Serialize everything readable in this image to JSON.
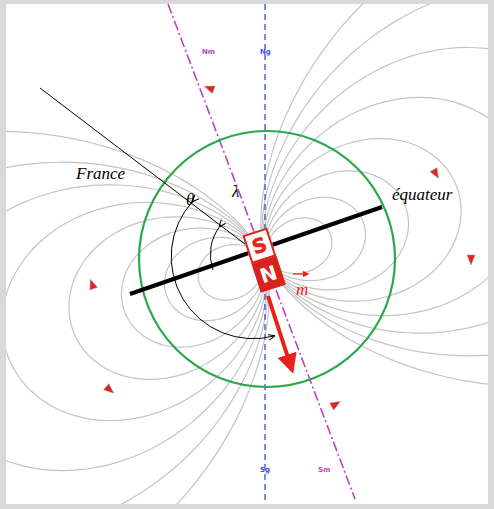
{
  "diagram": {
    "nodes": [
      {
        "text": [
          "S",
          "N"
        ]
      }
    ],
    "labels": [
      "France",
      "θ",
      "λ",
      "équateur",
      "m",
      "Nm",
      "Ng",
      "Sg",
      "Sm"
    ]
  }
}
